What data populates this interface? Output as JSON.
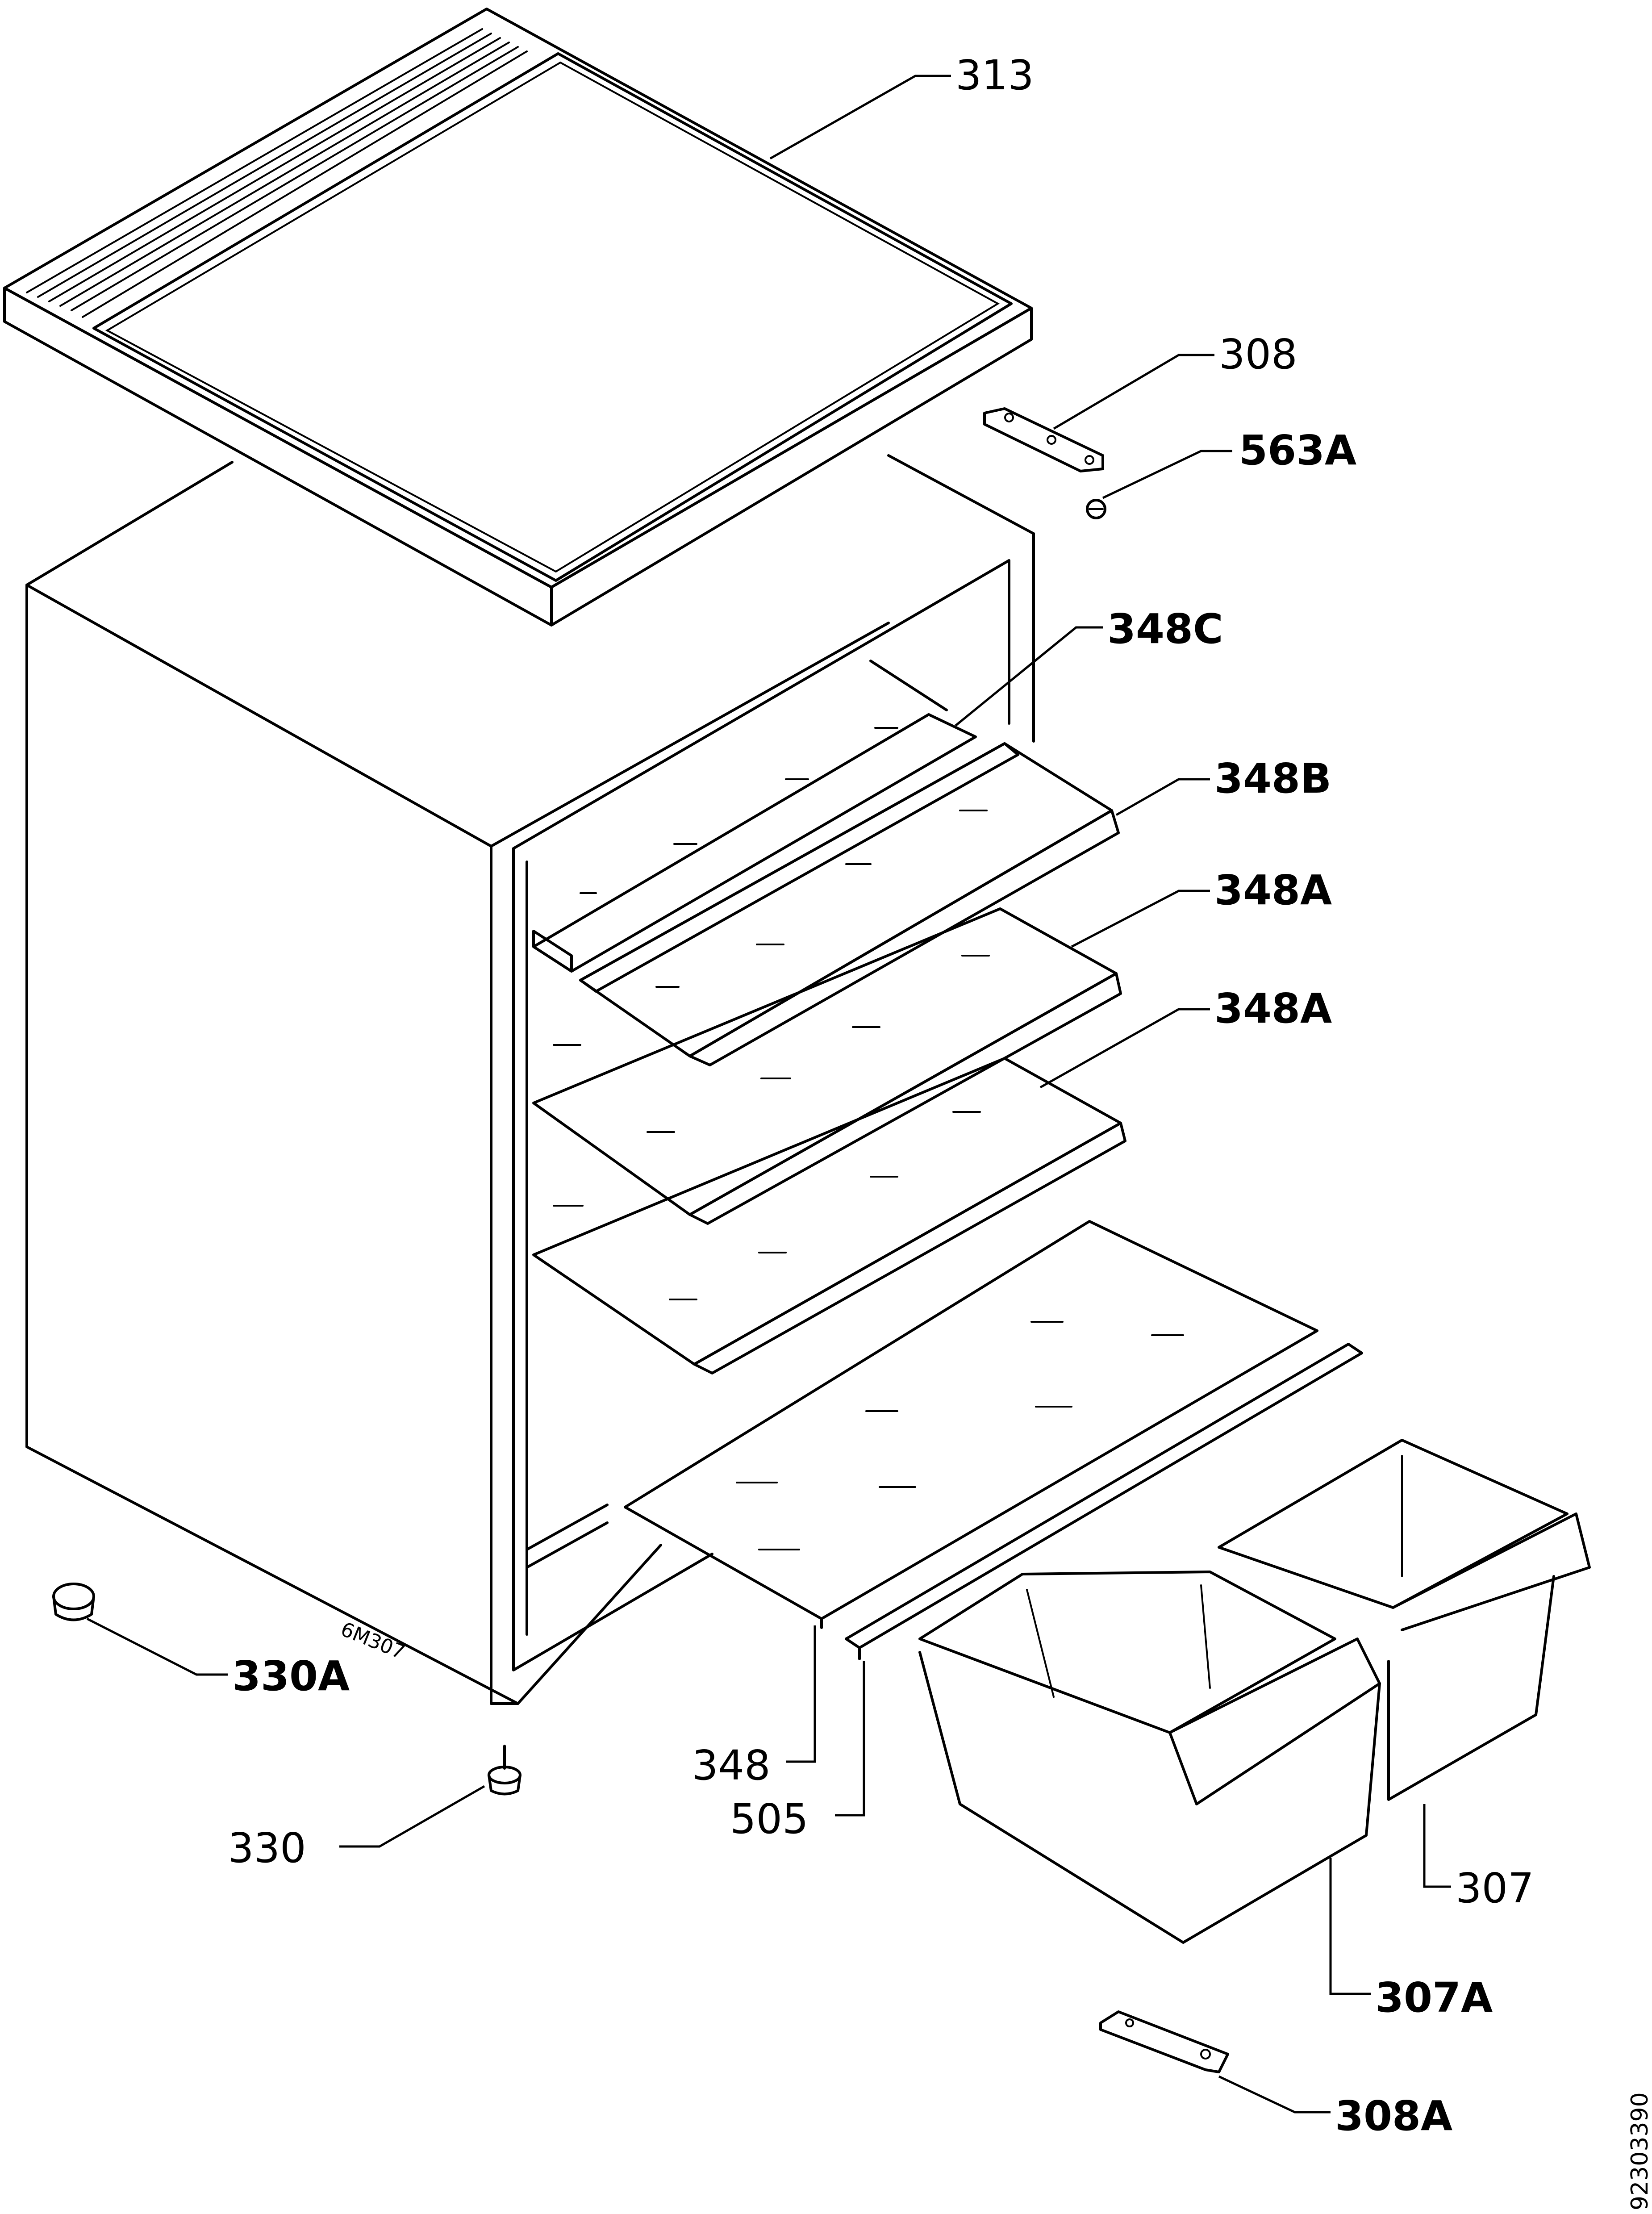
{
  "labels": {
    "top_cover": "313",
    "top_hinge": "308",
    "hinge_pin": "563A",
    "shelf_top": "348C",
    "shelf_second": "348B",
    "shelf_third": "348A",
    "shelf_fourth": "348A",
    "crisper_cover": "348",
    "shelf_strip": "505",
    "crisper_right": "307",
    "crisper_left": "307A",
    "bottom_hinge": "308A",
    "foot_cap": "330A",
    "adjustable_foot": "330"
  },
  "cabinet_marking": "6M307",
  "document_number": "92303390"
}
